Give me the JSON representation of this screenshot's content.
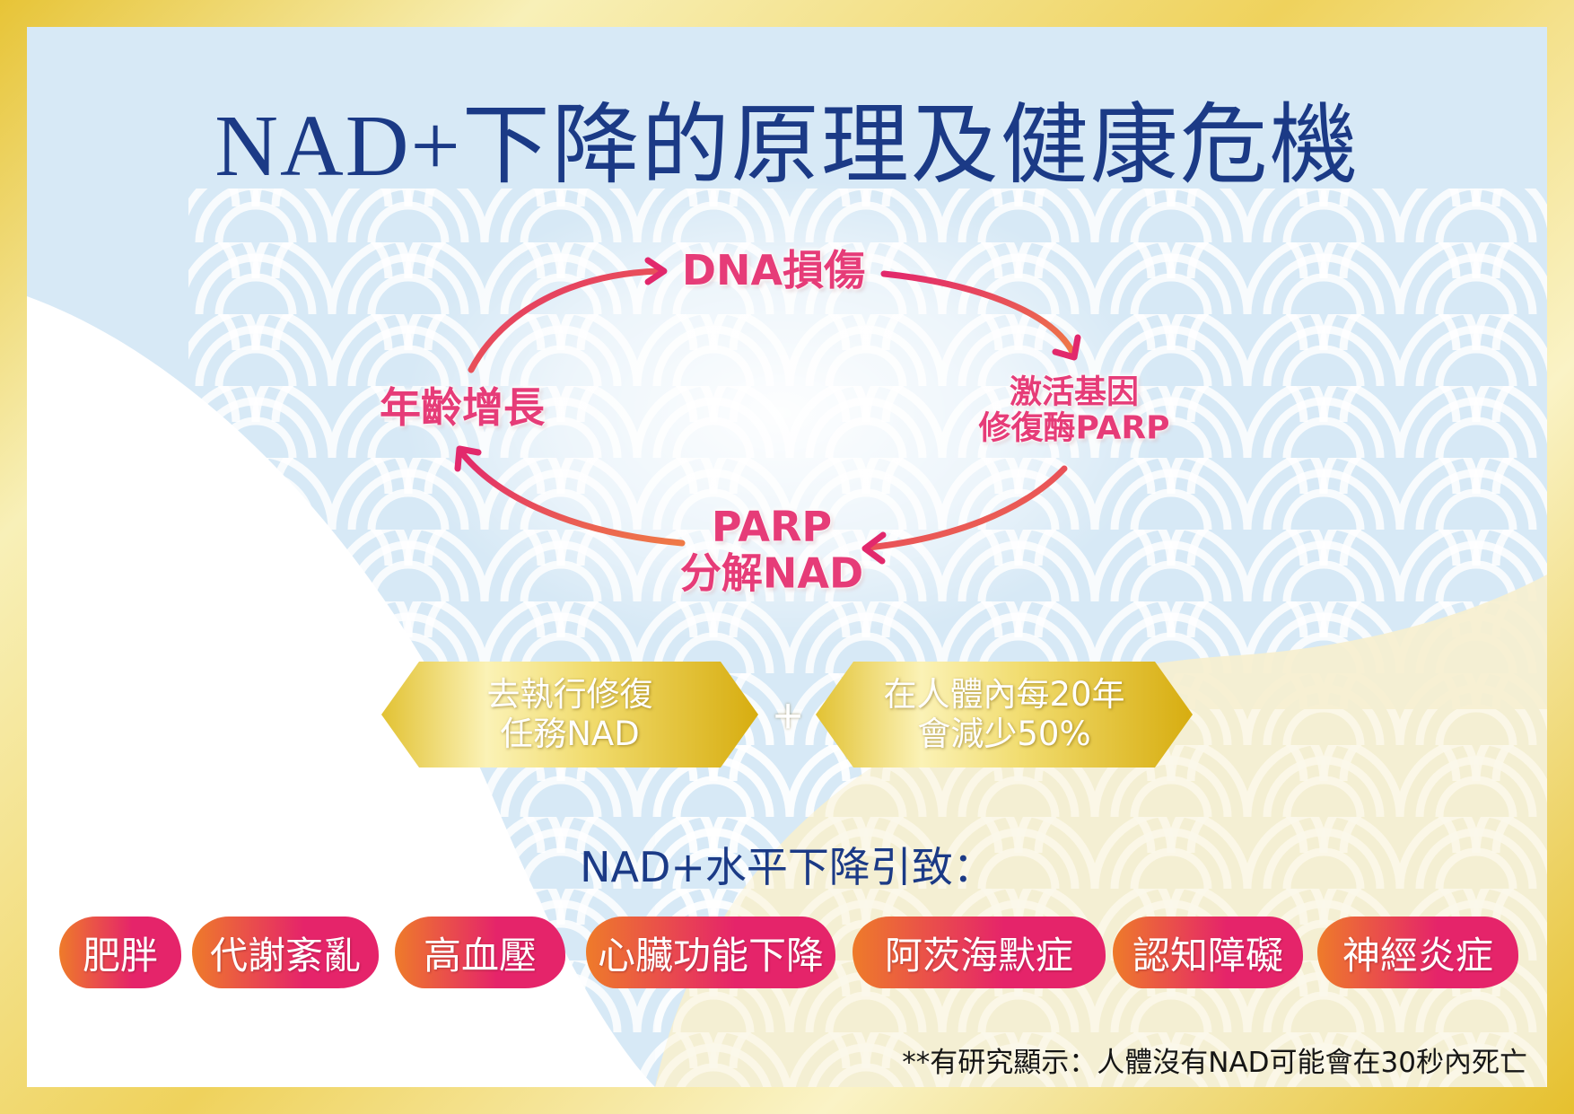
{
  "title": "NAD+下降的原理及健康危機",
  "cycle": {
    "dna_damage": "DNA損傷",
    "activate_line1": "激活基因",
    "activate_line2": "修復酶PARP",
    "parp_line1": "PARP",
    "parp_line2": "分解NAD",
    "aging": "年齡增長"
  },
  "mechanisms": {
    "left_line1": "去執行修復",
    "left_line2": "任務NAD",
    "plus": "+",
    "right_line1": "在人體內每20年",
    "right_line2": "會減少50%"
  },
  "subtitle": "NAD+水平下降引致：",
  "consequences": [
    "肥胖",
    "代謝紊亂",
    "高血壓",
    "心臟功能下降",
    "阿茨海默症",
    "認知障礙",
    "神經炎症"
  ],
  "footnote": "**有研究顯示：人體沒有NAD可能會在30秒內死亡",
  "colors": {
    "title_blue": "#1b3a86",
    "cycle_pink": "#e63c78",
    "gold": "#e2c233",
    "tag_orange": "#ee7b2a",
    "tag_magenta": "#e5246a",
    "panel_blue": "#d7e9f6"
  }
}
